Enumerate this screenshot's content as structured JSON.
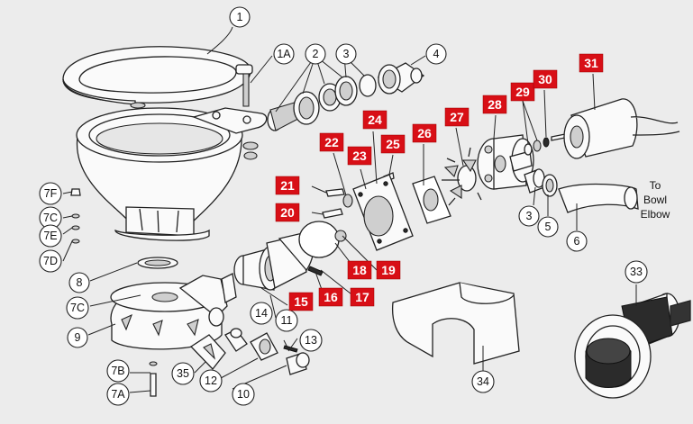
{
  "note": {
    "line1": "To",
    "line2": "Bowl",
    "line3": "Elbow"
  },
  "callouts": {
    "c1": "1",
    "c1a": "1A",
    "c2": "2",
    "c3a": "3",
    "c4": "4",
    "c3b": "3",
    "c5": "5",
    "c6": "6",
    "c7f": "7F",
    "c7c_left": "7C",
    "c7e": "7E",
    "c7d": "7D",
    "c8": "8",
    "c7c_bottom": "7C",
    "c9": "9",
    "c7b": "7B",
    "c7a": "7A",
    "c35": "35",
    "c10": "10",
    "c11": "11",
    "c12": "12",
    "c13": "13",
    "c14": "14",
    "c33": "33",
    "c34": "34"
  },
  "red_labels": {
    "r15": "15",
    "r16": "16",
    "r17": "17",
    "r18": "18",
    "r19": "19",
    "r20": "20",
    "r21": "21",
    "r22": "22",
    "r23": "23",
    "r24": "24",
    "r25": "25",
    "r26": "26",
    "r27": "27",
    "r28": "28",
    "r29": "29",
    "r30": "30",
    "r31": "31"
  },
  "colors": {
    "background": "#ececec",
    "red_label": "#d80f16"
  }
}
